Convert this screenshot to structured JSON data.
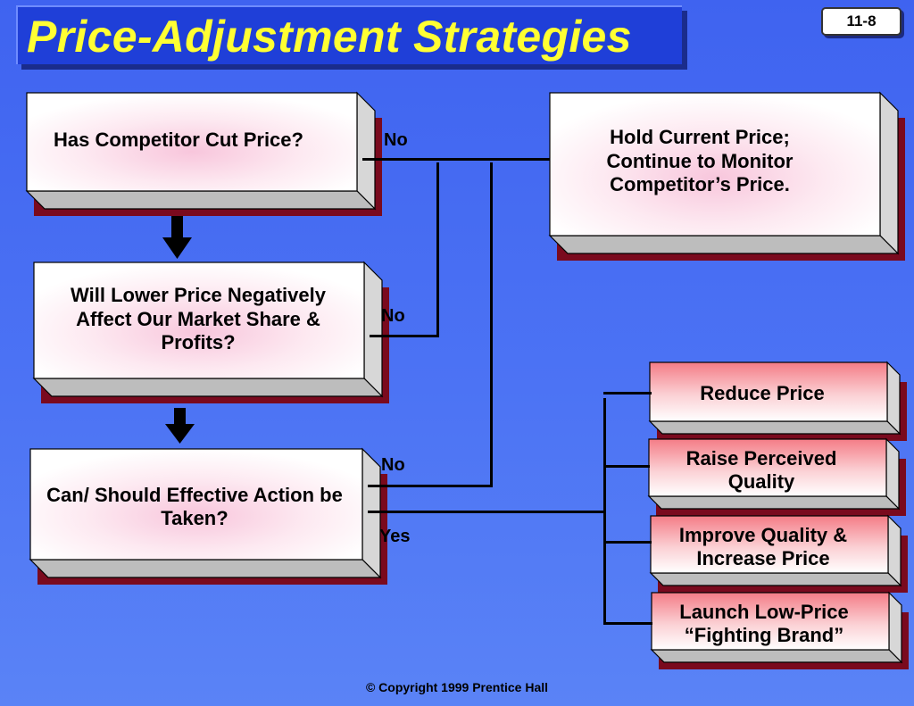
{
  "slide": {
    "title": "Price-Adjustment Strategies",
    "number": "11-8",
    "copyright": "© Copyright 1999 Prentice Hall"
  },
  "decisions": {
    "q1": "Has Competitor Cut Price?",
    "q2": "Will Lower Price Negatively Affect Our Market Share & Profits?",
    "q3": "Can/ Should Effective Action be Taken?"
  },
  "hold": "Hold Current Price; Continue to Monitor Competitor’s Price.",
  "labels": {
    "no": "No",
    "yes": "Yes"
  },
  "options": [
    "Reduce Price",
    "Raise Perceived Quality",
    "Improve Quality & Increase Price",
    "Launch Low-Price “Fighting Brand”"
  ],
  "colors": {
    "background": "#4a6ff3",
    "title_bar": "#1f3fd8",
    "title_text": "#ffff33",
    "box_shadow": "#7a0a1e",
    "option_fill": "#f47c86"
  }
}
